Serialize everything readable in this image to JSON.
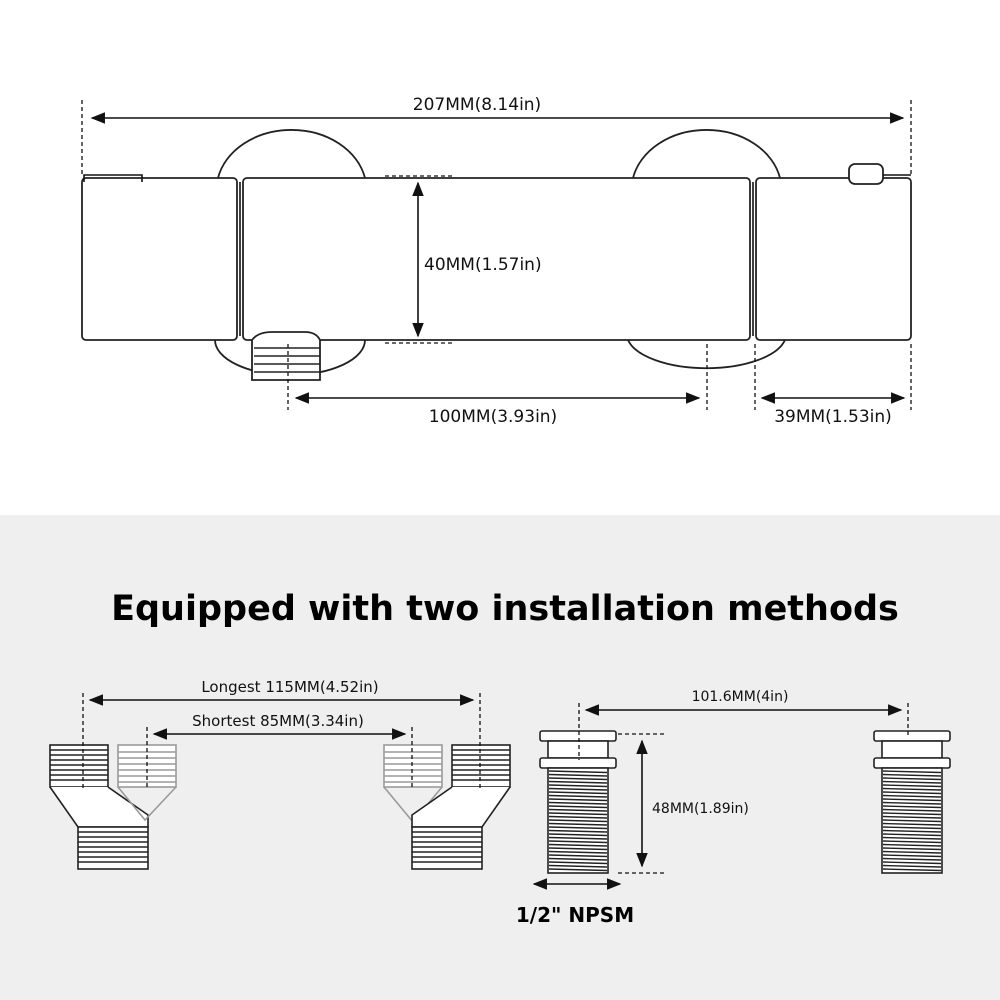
{
  "top_diagram": {
    "overall_length": "207MM(8.14in)",
    "height": "40MM(1.57in)",
    "inlet_spacing": "100MM(3.93in)",
    "end_length": "39MM(1.53in)"
  },
  "heading": "Equipped with two installation methods",
  "method_one": {
    "longest": "Longest 115MM(4.52in)",
    "shortest": "Shortest 85MM(3.34in)"
  },
  "method_two": {
    "spacing": "101.6MM(4in)",
    "length": "48MM(1.89in)",
    "thread": "1/2\" NPSM"
  },
  "colors": {
    "line": "#111111",
    "bottom_background": "#efefef",
    "gray_fitting": "#9a9a9a"
  }
}
